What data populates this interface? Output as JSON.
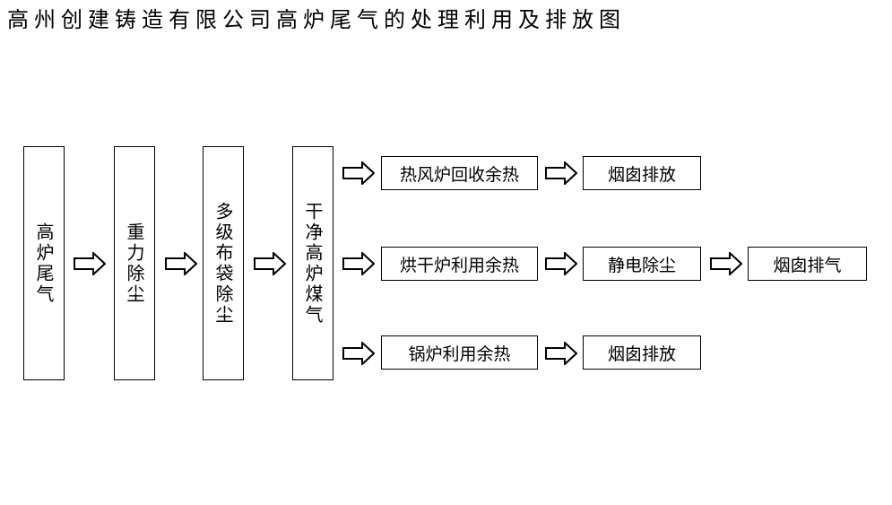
{
  "title": "高州创建铸造有限公司高炉尾气的处理利用及排放图",
  "stages": [
    {
      "label": "高炉尾气"
    },
    {
      "label": "重力除尘"
    },
    {
      "label": "多级布袋除尘"
    },
    {
      "label": "干净高炉煤气"
    }
  ],
  "branches": [
    {
      "use": "热风炉回收余热",
      "next": "烟囱排放"
    },
    {
      "use": "烘干炉利用余热",
      "next": "静电除尘",
      "final": "烟囱排气"
    },
    {
      "use": "锅炉利用余热",
      "next": "烟囱排放"
    }
  ]
}
